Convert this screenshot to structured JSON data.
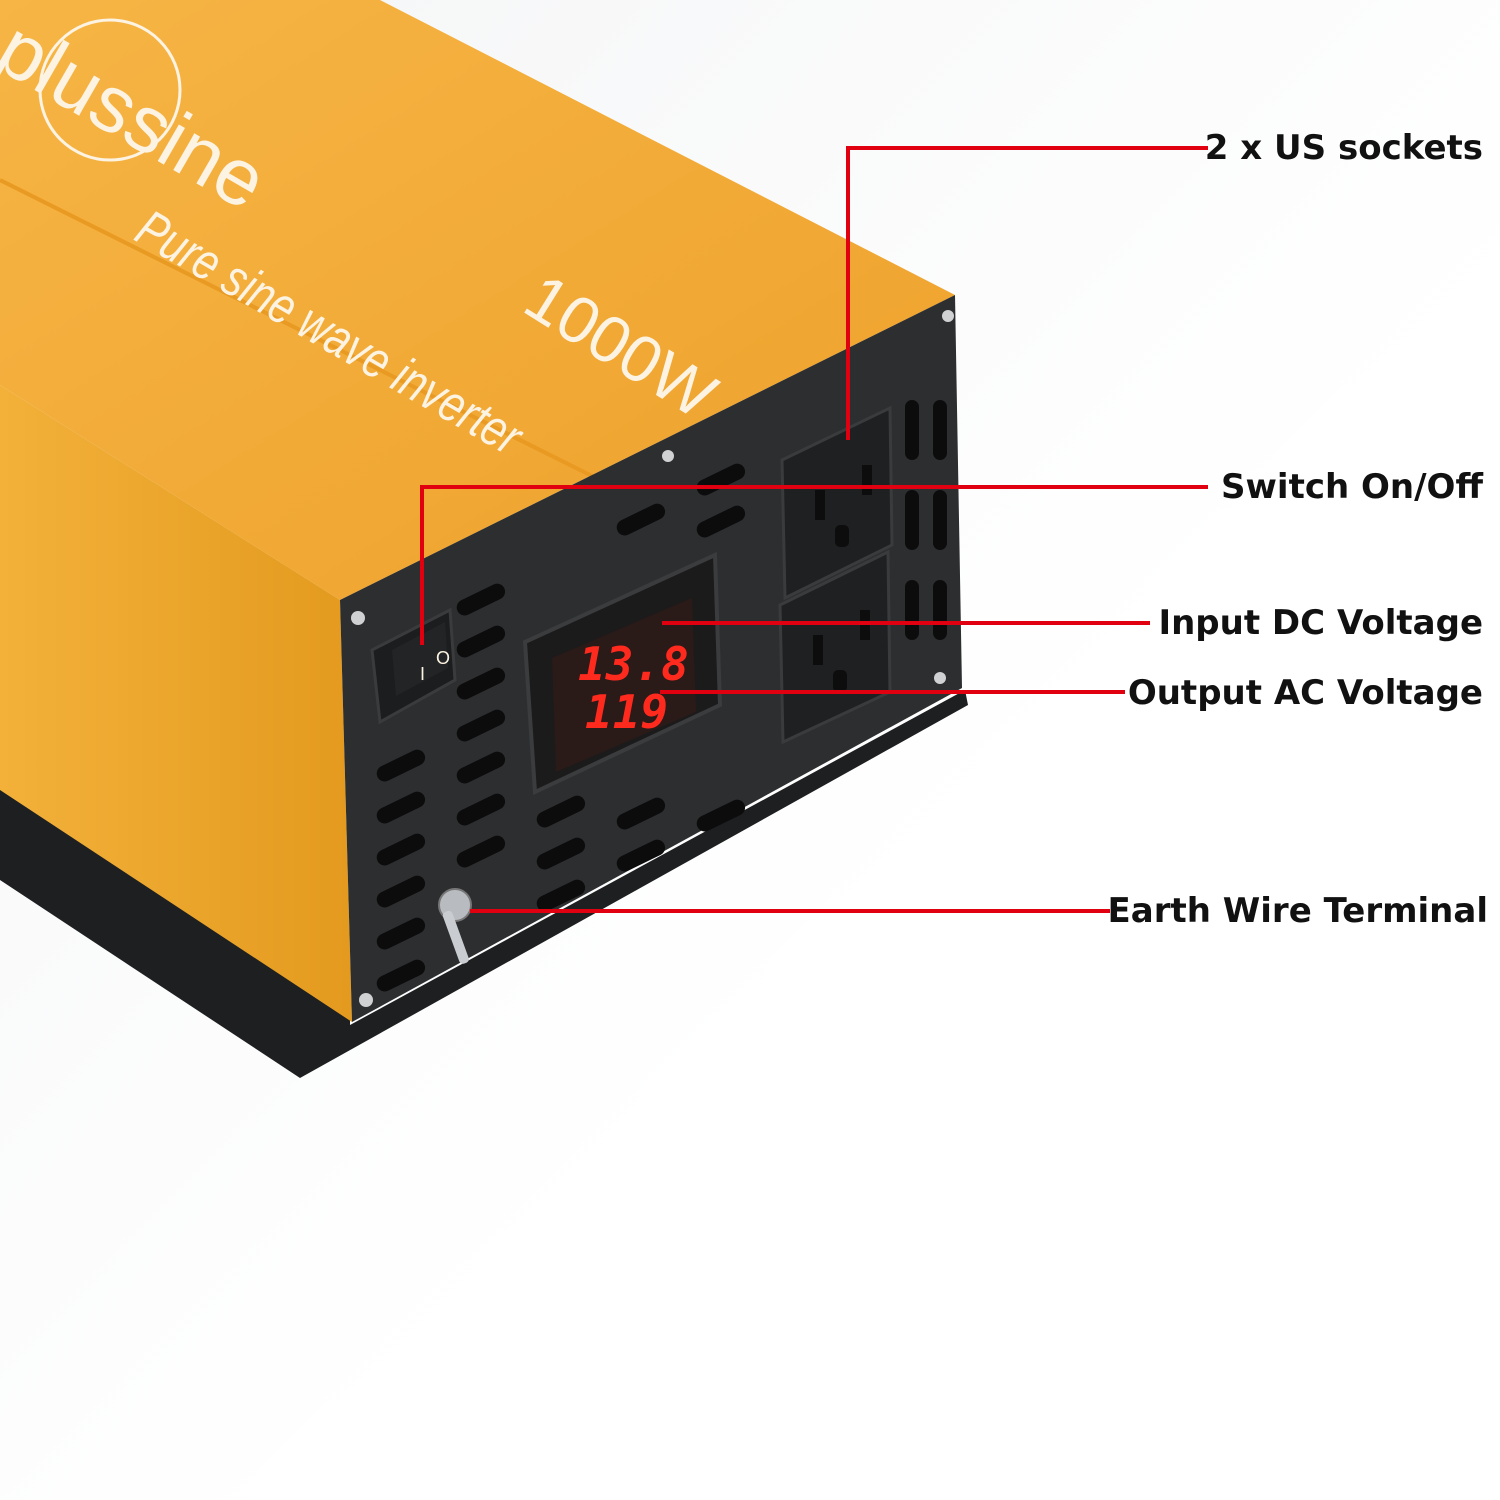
{
  "product": {
    "brand": "plussine",
    "tagline": "Pure sine wave inverter",
    "power": "1000W",
    "switch_on_symbol": "I",
    "switch_off_symbol": "O",
    "display_input_dc": "13.8",
    "display_output_ac": "119",
    "body_color": "#f2a829",
    "panel_color": "#2b2c2e"
  },
  "callouts": [
    {
      "label": "2 x US sockets"
    },
    {
      "label": "Switch On/Off"
    },
    {
      "label": "Input DC Voltage"
    },
    {
      "label": "Output AC Voltage"
    },
    {
      "label": "Earth Wire Terminal"
    }
  ],
  "callout_line_color": "#e0000f"
}
